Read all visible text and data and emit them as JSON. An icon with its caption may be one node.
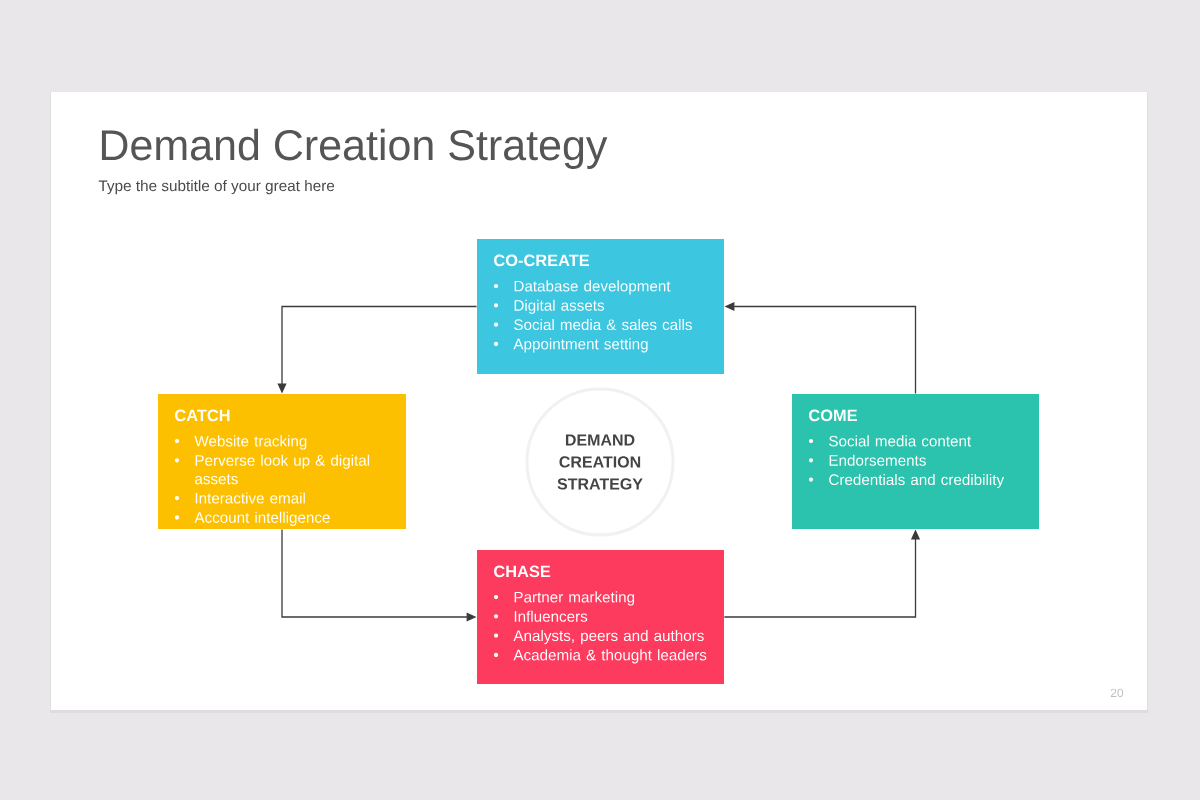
{
  "diagram": {
    "title": "Demand Creation Strategy",
    "nodes": [
      {
        "text": [
          "CO-CREATE",
          "Database development",
          "Digital assets",
          "Social media & sales calls",
          "Appointment setting"
        ]
      },
      {
        "text": [
          "CATCH",
          "Website tracking",
          "Perverse look up & digital assets",
          "Interactive email",
          "Account intelligence"
        ]
      },
      {
        "text": [
          "DEMAND CREATION STRATEGY"
        ]
      },
      {
        "text": [
          "COME",
          "Social media content",
          "Endorsements",
          "Credentials and credibility"
        ]
      },
      {
        "text": [
          "CHASE",
          "Partner marketing",
          "Influencers",
          "Analysts, peers and authors",
          "Academia & thought leaders"
        ]
      }
    ],
    "edges": [
      {
        "from": 0,
        "to": 1,
        "arrow": "to"
      },
      {
        "from": 1,
        "to": 4,
        "arrow": "to"
      },
      {
        "from": 4,
        "to": 3,
        "arrow": "to"
      },
      {
        "from": 3,
        "to": 0,
        "arrow": "to"
      }
    ],
    "labels": [
      "Type the subtitle of your great here",
      "20"
    ]
  }
}
